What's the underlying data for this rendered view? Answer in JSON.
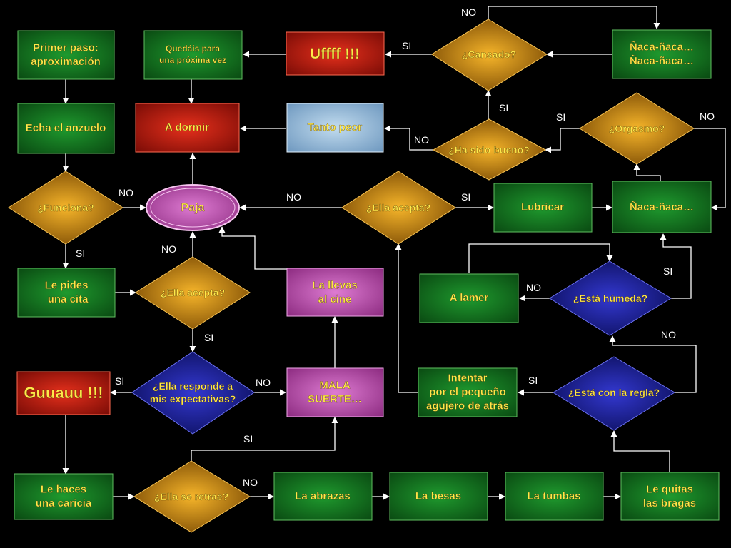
{
  "colors": {
    "green": "#0f6e1c",
    "red": "#c41a0c",
    "blue_box": "#9dc0dc",
    "pink": "#c34fb4",
    "orange": "#e39a0c",
    "navy": "#1e22a8",
    "text_yellow": "#ffe94a",
    "text_white": "#ffffff"
  },
  "nodes": {
    "primer_paso": "Primer paso:\naproximación",
    "echa_anzuelo": "Echa el anzuelo",
    "funciona": "¿Funciona?",
    "le_pides": "Le pides\n una cita",
    "guuauu": "Guuauu !!!",
    "le_haces": "Le haces\nuna caricia",
    "quedais": "Quedáis para\nuna próxima vez",
    "a_dormir": "A dormir",
    "paja": "Paja",
    "ella_acepta_1": "¿Ella acepta?",
    "ella_responde": "¿Ella responde a\nmis expectativas?",
    "ella_retrae": "¿Ella se retrae?",
    "uffff": "Uffff !!!",
    "tanto_peor": "Tanto peor",
    "la_llevas": "La llevas\nal cine",
    "mala_suerte": "MALA\nSUERTE…",
    "la_abrazas": "La abrazas",
    "la_besas": "La besas",
    "la_tumbas": "La tumbas",
    "le_quitas": "Le quitas\nlas bragas",
    "cansado": "¿Cansado?",
    "ha_sido_bueno": "¿Ha sido bueno?",
    "ella_acepta_2": "¿Ella acepta?",
    "lubricar": "Lubricar",
    "naca_top": "Ñaca-ñaca…\nÑaca-ñaca…",
    "orgasmo": "¿Orgasmo?",
    "naca_mid": "Ñaca-ñaca…",
    "a_lamer": "A lamer",
    "esta_humeda": "¿Está húmeda?",
    "intentar": "Intentar\npor el pequeño\nagujero de atrás",
    "esta_regla": "¿Está con la regla?"
  },
  "edge_labels": {
    "cansado_no": "NO",
    "uffff_si": "SI",
    "ha_sido_si": "SI",
    "orgasmo_si": "SI",
    "orgasmo_no": "NO",
    "ha_sido_no": "NO",
    "funciona_no": "NO",
    "ella_acepta2_no": "NO",
    "ella_acepta2_si": "SI",
    "funciona_si": "SI",
    "ella_acepta1_no": "NO",
    "ella_acepta1_si": "SI",
    "humeda_no": "NO",
    "humeda_si": "SI",
    "responde_si": "SI",
    "responde_no": "NO",
    "regla_si": "SI",
    "regla_no": "NO",
    "retrae_si": "SI",
    "retrae_no": "NO"
  }
}
